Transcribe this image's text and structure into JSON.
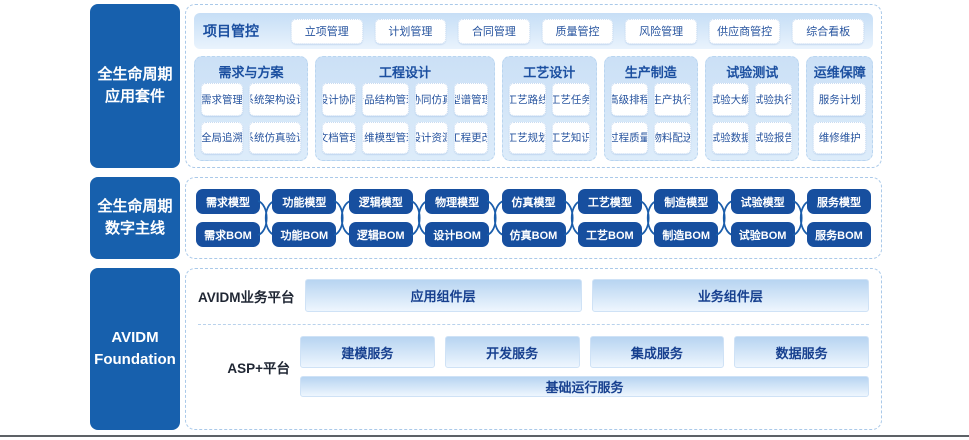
{
  "palette": {
    "primary_blue": "#1760ad",
    "pill_blue": "#174f9f",
    "navy_text": "#1b4fa0",
    "panel_border": "#aac9e9",
    "layer_gradient_top": "#b7d4f1",
    "layer_gradient_bottom": "#eef6fe"
  },
  "suite": {
    "label_lines": [
      "全生命周期",
      "应用套件"
    ],
    "project_bar": {
      "title": "项目管控",
      "buttons": [
        "立项管理",
        "计划管理",
        "合同管理",
        "质量管控",
        "风险管理",
        "供应商管控",
        "综合看板"
      ]
    },
    "columns": [
      {
        "title": "需求与方案",
        "items": [
          "需求管理",
          "系统架构设计",
          "全局追溯",
          "系统仿真验证"
        ]
      },
      {
        "title": "工程设计",
        "items": [
          "设计协同",
          "产品结构管理",
          "协同仿真",
          "型谱管理",
          "文档管理",
          "三维模型管理",
          "设计资源",
          "工程更改"
        ]
      },
      {
        "title": "工艺设计",
        "items": [
          "工艺路线",
          "工艺任务",
          "工艺规划",
          "工艺知识"
        ]
      },
      {
        "title": "生产制造",
        "items": [
          "高级排程",
          "生产执行",
          "过程质量",
          "物料配送"
        ]
      },
      {
        "title": "试验测试",
        "items": [
          "试验大纲",
          "试验执行",
          "试验数据",
          "试验报告"
        ]
      },
      {
        "title": "运维保障",
        "items": [
          "服务计划",
          "维修维护"
        ]
      }
    ]
  },
  "thread": {
    "label_lines": [
      "全生命周期",
      "数字主线"
    ],
    "pairs": [
      {
        "model": "需求模型",
        "bom": "需求BOM"
      },
      {
        "model": "功能模型",
        "bom": "功能BOM"
      },
      {
        "model": "逻辑模型",
        "bom": "逻辑BOM"
      },
      {
        "model": "物理模型",
        "bom": "设计BOM"
      },
      {
        "model": "仿真模型",
        "bom": "仿真BOM"
      },
      {
        "model": "工艺模型",
        "bom": "工艺BOM"
      },
      {
        "model": "制造模型",
        "bom": "制造BOM"
      },
      {
        "model": "试验模型",
        "bom": "试验BOM"
      },
      {
        "model": "服务模型",
        "bom": "服务BOM"
      }
    ]
  },
  "foundation": {
    "label_lines": [
      "AVIDM",
      "Foundation"
    ],
    "business": {
      "label": "AVIDM业务平台",
      "bars": [
        "应用组件层",
        "业务组件层"
      ]
    },
    "asp": {
      "label": "ASP+平台",
      "services": [
        "建模服务",
        "开发服务",
        "集成服务",
        "数据服务"
      ],
      "base": "基础运行服务"
    }
  }
}
